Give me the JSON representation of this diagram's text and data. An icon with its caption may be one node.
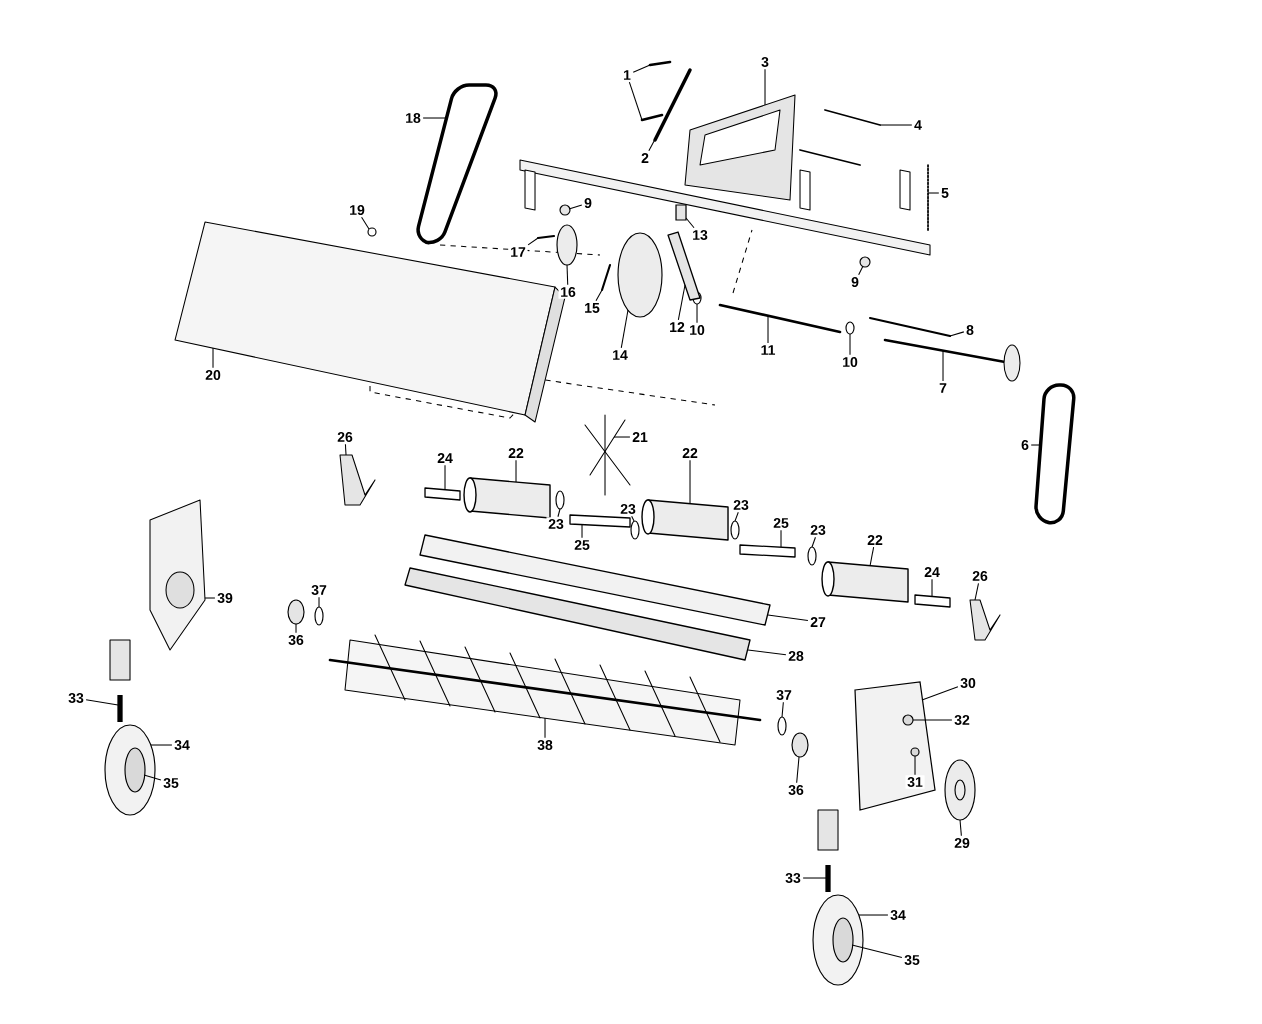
{
  "diagram": {
    "nodes": [
      {
        "text": [
          "1"
        ]
      },
      {
        "text": [
          "2"
        ]
      },
      {
        "text": [
          "3"
        ]
      },
      {
        "text": [
          "4"
        ]
      },
      {
        "text": [
          "5"
        ]
      },
      {
        "text": [
          "6"
        ]
      },
      {
        "text": [
          "7"
        ]
      },
      {
        "text": [
          "8"
        ]
      },
      {
        "text": [
          "9"
        ]
      },
      {
        "text": [
          "9"
        ]
      },
      {
        "text": [
          "10"
        ]
      },
      {
        "text": [
          "10"
        ]
      },
      {
        "text": [
          "11"
        ]
      },
      {
        "text": [
          "12"
        ]
      },
      {
        "text": [
          "13"
        ]
      },
      {
        "text": [
          "14"
        ]
      },
      {
        "text": [
          "15"
        ]
      },
      {
        "text": [
          "16"
        ]
      },
      {
        "text": [
          "17"
        ]
      },
      {
        "text": [
          "18"
        ]
      },
      {
        "text": [
          "19"
        ]
      },
      {
        "text": [
          "20"
        ]
      },
      {
        "text": [
          "21"
        ]
      },
      {
        "text": [
          "22"
        ]
      },
      {
        "text": [
          "22"
        ]
      },
      {
        "text": [
          "22"
        ]
      },
      {
        "text": [
          "23"
        ]
      },
      {
        "text": [
          "23"
        ]
      },
      {
        "text": [
          "23"
        ]
      },
      {
        "text": [
          "23"
        ]
      },
      {
        "text": [
          "24"
        ]
      },
      {
        "text": [
          "24"
        ]
      },
      {
        "text": [
          "25"
        ]
      },
      {
        "text": [
          "25"
        ]
      },
      {
        "text": [
          "26"
        ]
      },
      {
        "text": [
          "26"
        ]
      },
      {
        "text": [
          "27"
        ]
      },
      {
        "text": [
          "28"
        ]
      },
      {
        "text": [
          "29"
        ]
      },
      {
        "text": [
          "30"
        ]
      },
      {
        "text": [
          "31"
        ],
        "in": 94
      },
      {
        "text": [
          "32"
        ]
      },
      {
        "text": [
          "33"
        ]
      },
      {
        "text": [
          "33"
        ]
      },
      {
        "text": [
          "34"
        ]
      },
      {
        "text": [
          "34"
        ]
      },
      {
        "text": [
          "35"
        ]
      },
      {
        "text": [
          "35"
        ]
      },
      {
        "text": [
          "36"
        ]
      },
      {
        "text": [
          "36"
        ]
      },
      {
        "text": [
          "37"
        ]
      },
      {
        "text": [
          "37"
        ]
      },
      {
        "text": [
          "38"
        ]
      },
      {
        "text": [
          "39"
        ]
      },
      {
        "text": [],
        "shape": "picture"
      },
      {
        "text": [],
        "shape": "picture"
      },
      {
        "text": [],
        "shape": "picture"
      },
      {
        "text": [],
        "shape": "picture"
      },
      {
        "text": [],
        "shape": "picture"
      },
      {
        "text": [],
        "shape": "picture"
      },
      {
        "text": [],
        "shape": "picture"
      },
      {
        "text": [],
        "shape": "picture"
      },
      {
        "text": [],
        "shape": "picture"
      },
      {
        "text": [],
        "shape": "circle"
      },
      {
        "text": [],
        "shape": "circle"
      },
      {
        "text": [],
        "shape": "circle"
      },
      {
        "text": [],
        "shape": "circle"
      },
      {
        "text": [],
        "shape": "picture"
      },
      {
        "text": [],
        "shape": "bar"
      },
      {
        "text": [],
        "shape": "box"
      },
      {
        "text": [],
        "shape": "circle"
      },
      {
        "text": [],
        "shape": "picture"
      },
      {
        "text": [],
        "shape": "circle"
      },
      {
        "text": [],
        "shape": "picture"
      },
      {
        "text": [],
        "shape": "picture"
      },
      {
        "text": [],
        "shape": "circle"
      },
      {
        "text": [],
        "shape": "picture"
      },
      {
        "text": [],
        "shape": "picture"
      },
      {
        "text": [],
        "shape": "cylinder"
      },
      {
        "text": [],
        "shape": "cylinder"
      },
      {
        "text": [],
        "shape": "cylinder"
      },
      {
        "text": [],
        "shape": "circle"
      },
      {
        "text": [],
        "shape": "circle"
      },
      {
        "text": [],
        "shape": "circle"
      },
      {
        "text": [],
        "shape": "circle"
      },
      {
        "text": [],
        "shape": "bar"
      },
      {
        "text": [],
        "shape": "bar"
      },
      {
        "text": [],
        "shape": "bar"
      },
      {
        "text": [],
        "shape": "bar"
      },
      {
        "text": [],
        "shape": "picture"
      },
      {
        "text": [],
        "shape": "picture"
      },
      {
        "text": [],
        "shape": "bar"
      },
      {
        "text": [],
        "shape": "bar"
      },
      {
        "text": [],
        "shape": "circle"
      },
      {
        "text": [],
        "shape": "box"
      },
      {
        "text": [],
        "shape": "circle",
        "in": 94
      },
      {
        "text": [],
        "shape": "circle",
        "in": 94
      },
      {
        "text": [],
        "shape": "bar"
      },
      {
        "text": [],
        "shape": "bar"
      },
      {
        "text": [],
        "shape": "circle"
      },
      {
        "text": [],
        "shape": "circle"
      },
      {
        "text": [],
        "shape": "circle",
        "in": 99
      },
      {
        "text": [],
        "shape": "circle",
        "in": 100
      },
      {
        "text": [],
        "shape": "circle"
      },
      {
        "text": [],
        "shape": "circle"
      },
      {
        "text": [],
        "shape": "circle"
      },
      {
        "text": [],
        "shape": "circle"
      },
      {
        "text": [],
        "shape": "picture"
      },
      {
        "text": [],
        "shape": "picture"
      }
    ],
    "edges": [
      {
        "from": 0,
        "to": 54,
        "arrow": "none"
      },
      {
        "from": 0,
        "to": 55,
        "arrow": "none"
      },
      {
        "from": 1,
        "to": 56,
        "arrow": "none"
      },
      {
        "from": 2,
        "to": 57,
        "arrow": "none"
      },
      {
        "from": 3,
        "to": 58,
        "arrow": "none"
      },
      {
        "from": 4,
        "to": 59,
        "arrow": "none"
      },
      {
        "from": 5,
        "to": 60,
        "arrow": "none"
      },
      {
        "from": 6,
        "to": 61,
        "arrow": "none"
      },
      {
        "from": 7,
        "to": 62,
        "arrow": "none"
      },
      {
        "from": 8,
        "to": 63,
        "arrow": "none"
      },
      {
        "from": 9,
        "to": 64,
        "arrow": "none"
      },
      {
        "from": 10,
        "to": 65,
        "arrow": "none"
      },
      {
        "from": 11,
        "to": 66,
        "arrow": "none"
      },
      {
        "from": 12,
        "to": 67,
        "arrow": "none"
      },
      {
        "from": 13,
        "to": 68,
        "arrow": "none"
      },
      {
        "from": 14,
        "to": 69,
        "arrow": "none"
      },
      {
        "from": 15,
        "to": 70,
        "arrow": "none"
      },
      {
        "from": 16,
        "to": 71,
        "arrow": "none"
      },
      {
        "from": 17,
        "to": 72,
        "arrow": "none"
      },
      {
        "from": 18,
        "to": 73,
        "arrow": "none"
      },
      {
        "from": 19,
        "to": 74,
        "arrow": "none"
      },
      {
        "from": 20,
        "to": 75,
        "arrow": "none"
      },
      {
        "from": 21,
        "to": 76,
        "arrow": "none"
      },
      {
        "from": 22,
        "to": 77,
        "arrow": "none"
      },
      {
        "from": 23,
        "to": 78,
        "arrow": "none"
      },
      {
        "from": 24,
        "to": 79,
        "arrow": "none"
      },
      {
        "from": 25,
        "to": 80,
        "arrow": "none"
      },
      {
        "from": 26,
        "to": 81,
        "arrow": "none"
      },
      {
        "from": 27,
        "to": 82,
        "arrow": "none"
      },
      {
        "from": 28,
        "to": 83,
        "arrow": "none"
      },
      {
        "from": 29,
        "to": 84,
        "arrow": "none"
      },
      {
        "from": 30,
        "to": 85,
        "arrow": "none"
      },
      {
        "from": 31,
        "to": 86,
        "arrow": "none"
      },
      {
        "from": 32,
        "to": 87,
        "arrow": "none"
      },
      {
        "from": 33,
        "to": 88,
        "arrow": "none"
      },
      {
        "from": 34,
        "to": 89,
        "arrow": "none"
      },
      {
        "from": 35,
        "to": 90,
        "arrow": "none"
      },
      {
        "from": 36,
        "to": 91,
        "arrow": "none"
      },
      {
        "from": 37,
        "to": 92,
        "arrow": "none"
      },
      {
        "from": 38,
        "to": 93,
        "arrow": "none"
      },
      {
        "from": 39,
        "to": 94,
        "arrow": "none"
      },
      {
        "from": 40,
        "to": 95,
        "arrow": "none"
      },
      {
        "from": 41,
        "to": 96,
        "arrow": "none"
      },
      {
        "from": 42,
        "to": 97,
        "arrow": "none"
      },
      {
        "from": 43,
        "to": 98,
        "arrow": "none"
      },
      {
        "from": 44,
        "to": 99,
        "arrow": "none"
      },
      {
        "from": 45,
        "to": 100,
        "arrow": "none"
      },
      {
        "from": 46,
        "to": 101,
        "arrow": "none"
      },
      {
        "from": 47,
        "to": 102,
        "arrow": "none"
      },
      {
        "from": 48,
        "to": 103,
        "arrow": "none"
      },
      {
        "from": 49,
        "to": 104,
        "arrow": "none"
      },
      {
        "from": 50,
        "to": 105,
        "arrow": "none"
      },
      {
        "from": 51,
        "to": 106,
        "arrow": "none"
      },
      {
        "from": 52,
        "to": 107,
        "arrow": "none"
      },
      {
        "from": 53,
        "to": 108,
        "arrow": "none"
      }
    ]
  }
}
